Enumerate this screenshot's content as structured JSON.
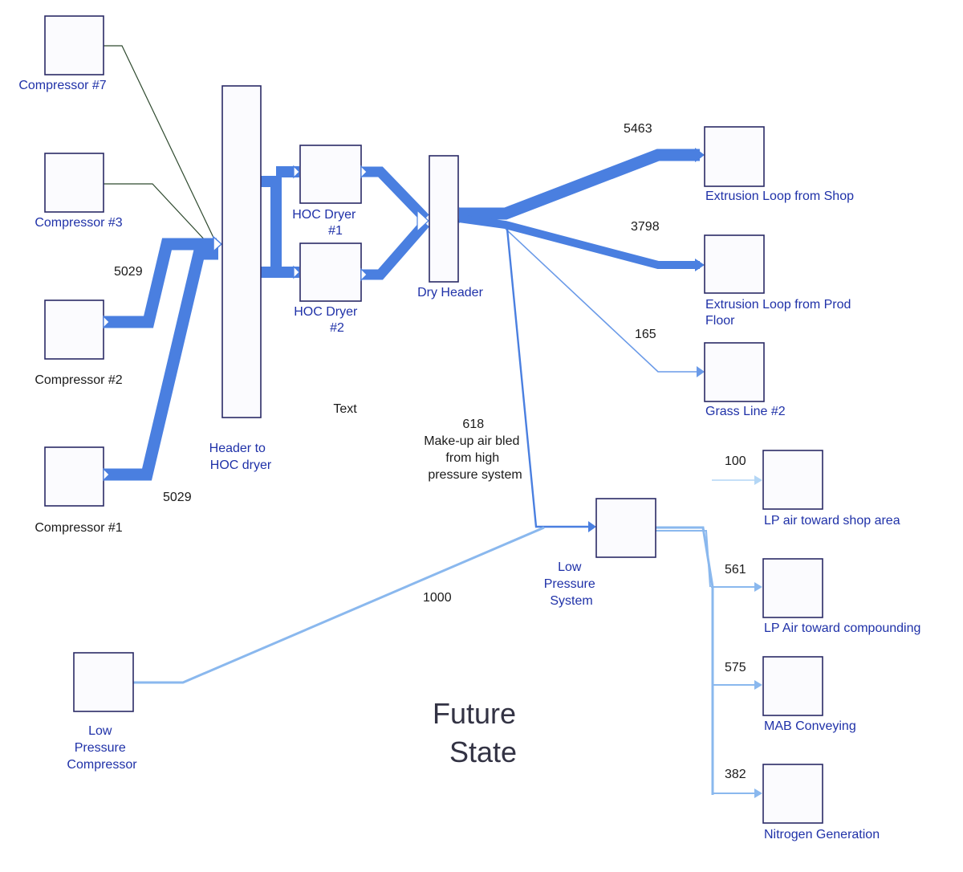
{
  "diagram": {
    "title_lines": [
      "Future",
      "State"
    ],
    "stray_text": "Text",
    "nodes": {
      "compressor_7": {
        "label_lines": [
          "Compressor #7"
        ]
      },
      "compressor_3": {
        "label_lines": [
          "Compressor #3"
        ]
      },
      "compressor_2": {
        "label_lines": [
          "Compressor #2"
        ]
      },
      "compressor_1": {
        "label_lines": [
          "Compressor #1"
        ]
      },
      "header_hoc": {
        "label_lines": [
          "Header to",
          "HOC dryer"
        ]
      },
      "hoc_dryer_1": {
        "label_lines": [
          "HOC Dryer",
          "#1"
        ]
      },
      "hoc_dryer_2": {
        "label_lines": [
          "HOC Dryer",
          "#2"
        ]
      },
      "dry_header": {
        "label_lines": [
          "Dry Header"
        ]
      },
      "extrusion_shop": {
        "label_lines": [
          "Extrusion Loop from Shop"
        ]
      },
      "extrusion_prod": {
        "label_lines": [
          "Extrusion Loop from Prod",
          "Floor"
        ]
      },
      "grass_line": {
        "label_lines": [
          "Grass Line #2"
        ]
      },
      "lp_system": {
        "label_lines": [
          "Low",
          "Pressure",
          "System"
        ]
      },
      "lp_compressor": {
        "label_lines": [
          "Low",
          "Pressure",
          "Compressor"
        ]
      },
      "lp_shop": {
        "label_lines": [
          "LP air toward shop area"
        ]
      },
      "lp_compounding": {
        "label_lines": [
          "LP Air toward compounding"
        ]
      },
      "mab_conveying": {
        "label_lines": [
          "MAB Conveying"
        ]
      },
      "nitrogen": {
        "label_lines": [
          "Nitrogen Generation"
        ]
      }
    },
    "flows": {
      "comp2_to_header": "5029",
      "comp1_to_header": "5029",
      "to_extrusion_shop": "5463",
      "to_extrusion_prod": "3798",
      "to_grass_line": "165",
      "makeup_air": {
        "value": "618",
        "note_lines": [
          "Make-up air bled",
          "from high",
          "pressure system"
        ]
      },
      "lp_compressor_to_system": "1000",
      "to_lp_shop": "100",
      "to_lp_compounding": "561",
      "to_mab_conveying": "575",
      "to_nitrogen": "382"
    },
    "colors": {
      "flow_main": "#4a7fe0",
      "flow_mid": "#6a9ae8",
      "flow_light": "#8ab8ee",
      "flow_pale": "#b3d6f5",
      "thin_line": "#2f4a2f",
      "node_border": "#2a2a66",
      "label_blue": "#1f31a8"
    }
  }
}
